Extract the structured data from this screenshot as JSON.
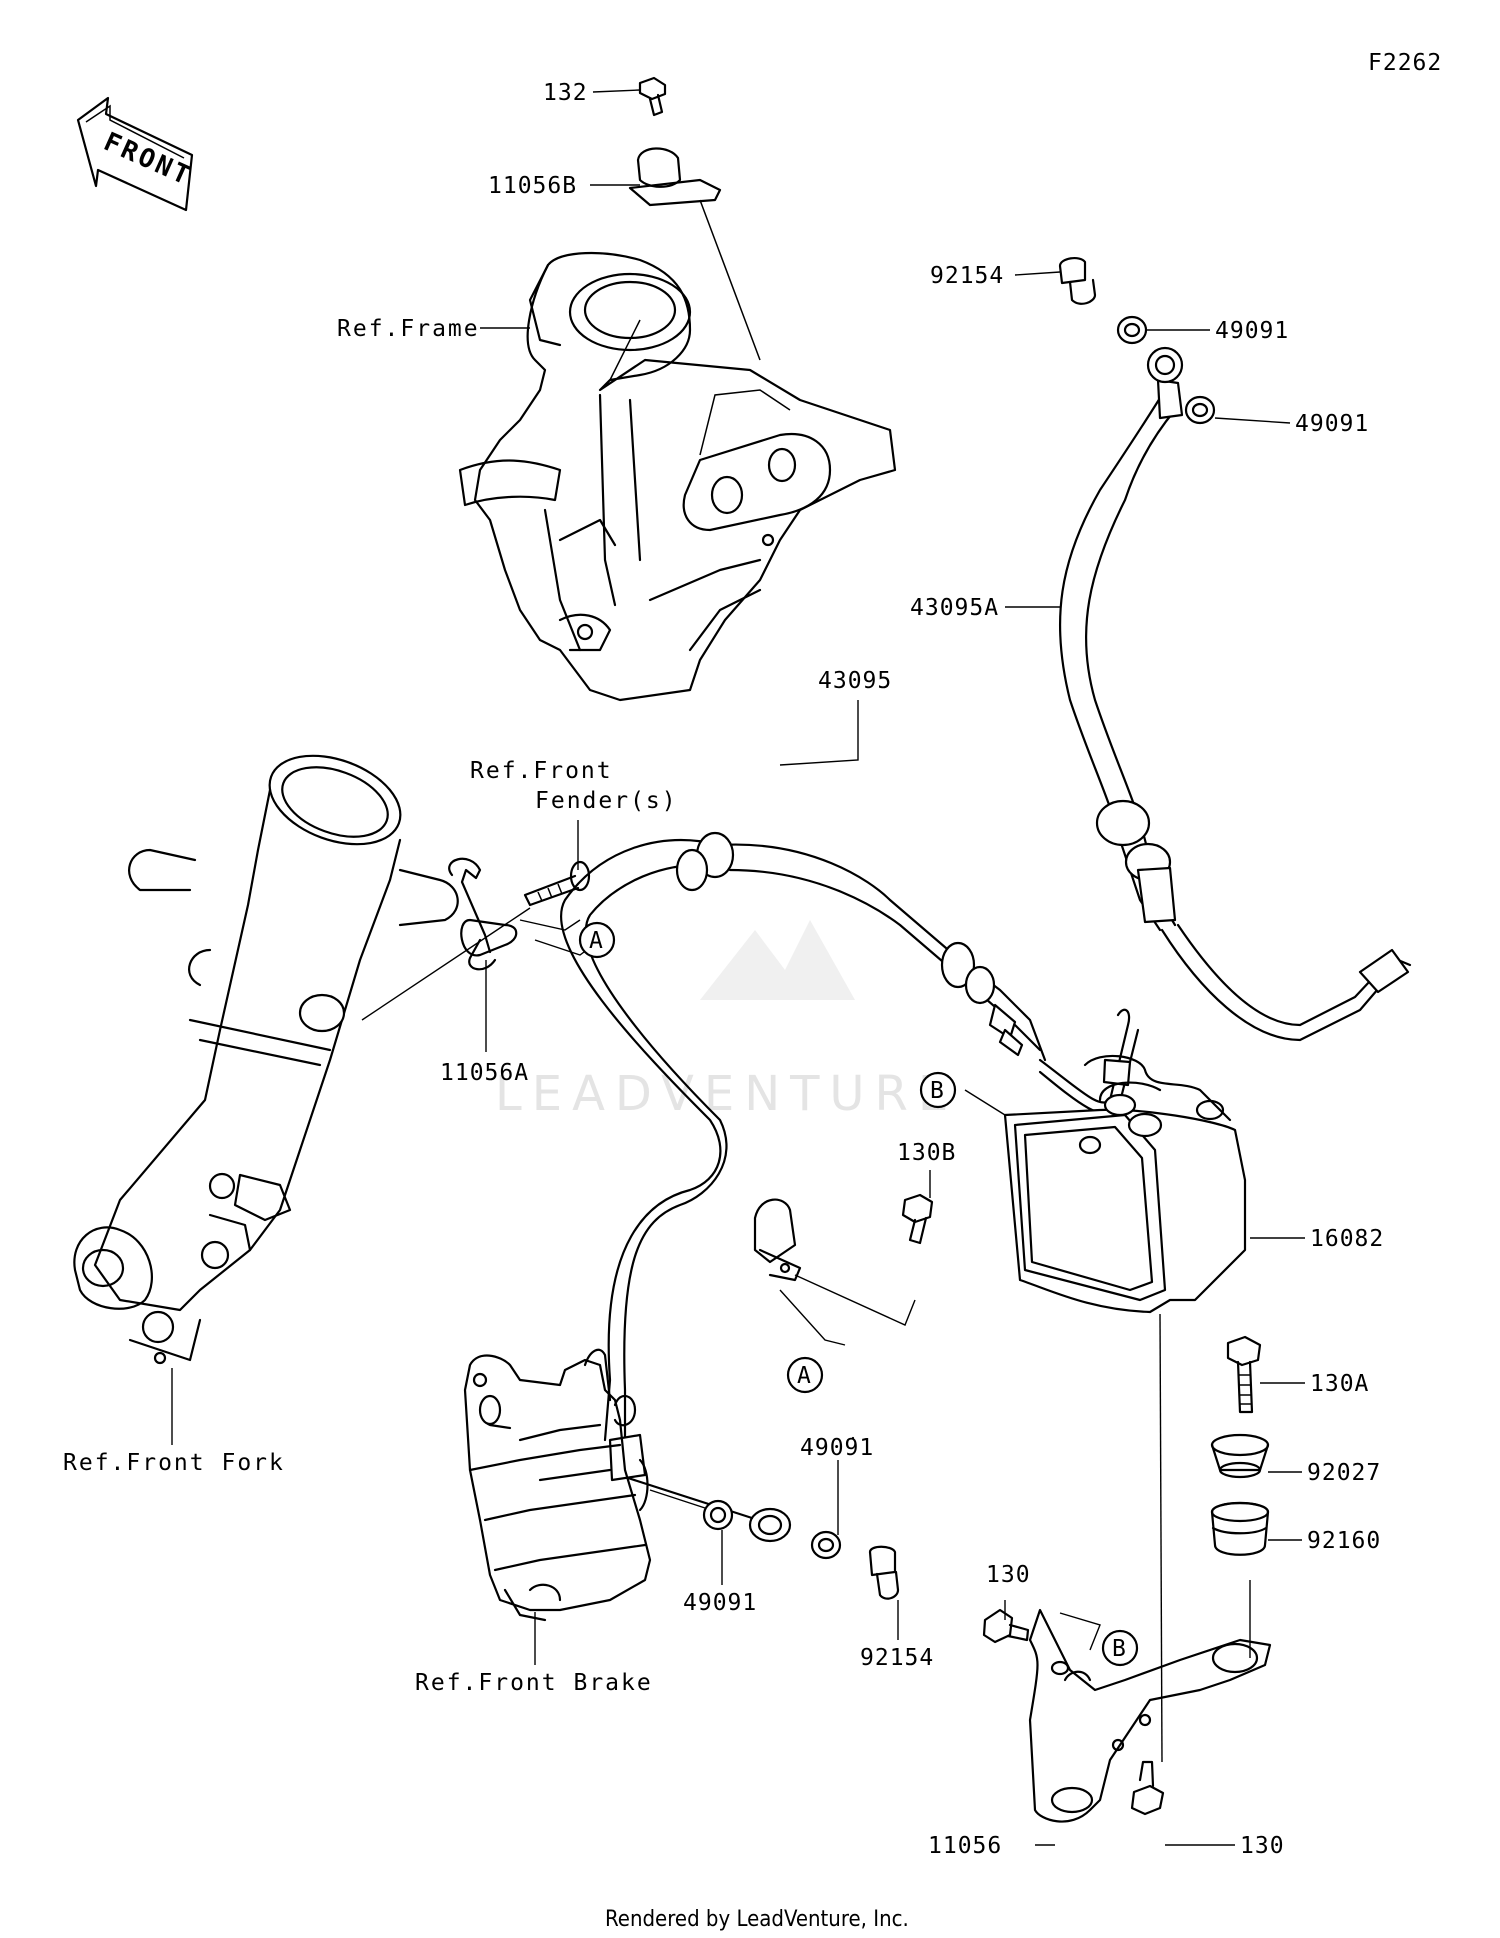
{
  "diagram_code": "F2262",
  "front_arrow_label": "FRONT",
  "watermark": "LEADVENTURE",
  "footer": "Rendered by LeadVenture, Inc.",
  "callouts": [
    {
      "id": "p132",
      "text": "132"
    },
    {
      "id": "p11056B",
      "text": "11056B"
    },
    {
      "id": "refFrame",
      "text": "Ref.Frame"
    },
    {
      "id": "p92154_top",
      "text": "92154"
    },
    {
      "id": "p49091_a",
      "text": "49091"
    },
    {
      "id": "p49091_b",
      "text": "49091"
    },
    {
      "id": "p43095A",
      "text": "43095A"
    },
    {
      "id": "p43095",
      "text": "43095"
    },
    {
      "id": "refFender1",
      "text": "Ref.Front"
    },
    {
      "id": "refFender2",
      "text": "Fender(s)"
    },
    {
      "id": "p11056A",
      "text": "11056A"
    },
    {
      "id": "p130B",
      "text": "130B"
    },
    {
      "id": "p16082",
      "text": "16082"
    },
    {
      "id": "p130A",
      "text": "130A"
    },
    {
      "id": "p92027",
      "text": "92027"
    },
    {
      "id": "p92160",
      "text": "92160"
    },
    {
      "id": "refFork",
      "text": "Ref.Front Fork"
    },
    {
      "id": "p49091_c",
      "text": "49091"
    },
    {
      "id": "p49091_d",
      "text": "49091"
    },
    {
      "id": "p92154_bot",
      "text": "92154"
    },
    {
      "id": "p130",
      "text": "130"
    },
    {
      "id": "refBrake",
      "text": "Ref.Front Brake"
    },
    {
      "id": "p11056",
      "text": "11056"
    },
    {
      "id": "p130_bot",
      "text": "130"
    }
  ],
  "markers": [
    {
      "id": "A1",
      "text": "A"
    },
    {
      "id": "A2",
      "text": "A"
    },
    {
      "id": "B1",
      "text": "B"
    },
    {
      "id": "B2",
      "text": "B"
    }
  ]
}
